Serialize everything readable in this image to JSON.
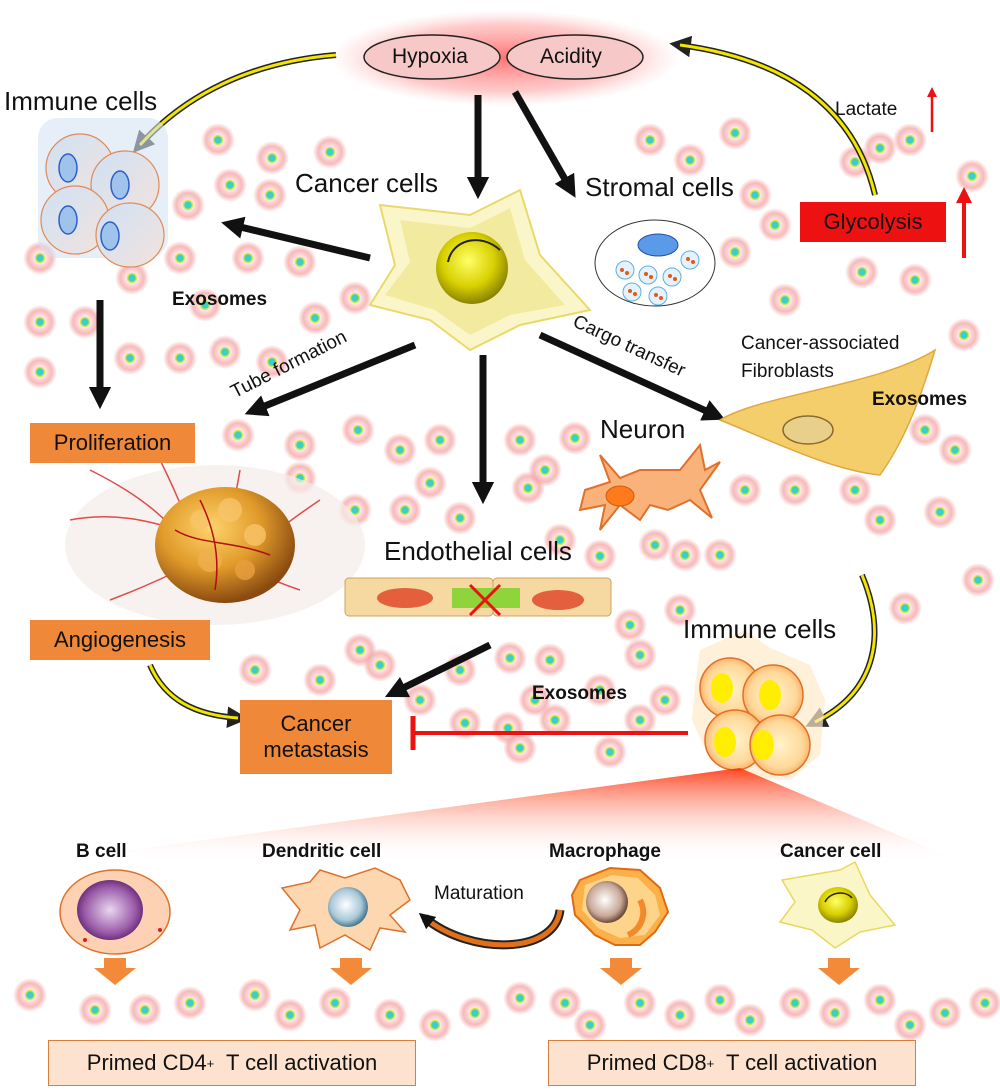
{
  "top": {
    "hypoxia": "Hypoxia",
    "acidity": "Acidity"
  },
  "labels": {
    "immune_cells_top": "Immune cells",
    "cancer_cells": "Cancer cells",
    "stromal_cells": "Stromal cells",
    "lactate": "Lactate",
    "glycolysis": "Glycolysis",
    "exosomes_left": "Exosomes",
    "tube_formation": "Tube formation",
    "cargo_transfer": "Cargo transfer",
    "caf_line1": "Cancer-associated",
    "caf_line2": "Fibroblasts",
    "exosomes_right": "Exosomes",
    "neuron": "Neuron",
    "proliferation": "Proliferation",
    "endothelial_cells": "Endothelial cells",
    "angiogenesis": "Angiogenesis",
    "immune_cells_right": "Immune cells",
    "exosomes_bottom": "Exosomes",
    "metastasis_line1": "Cancer",
    "metastasis_line2": "metastasis"
  },
  "bottom": {
    "b_cell": "B cell",
    "dendritic_cell": "Dendritic cell",
    "macrophage": "Macrophage",
    "cancer_cell": "Cancer cell",
    "maturation": "Maturation",
    "cd4_prefix": "Primed CD4",
    "cd4_sup": "+",
    "cd4_suffix": "  T cell activation",
    "cd8_prefix": "Primed CD8",
    "cd8_sup": "+",
    "cd8_suffix": "  T cell activation"
  },
  "colors": {
    "arrow_dark": "#111111",
    "arrow_yellow": "#f2e600",
    "inhibit_red": "#ee1111",
    "box_orange": "#f0883a",
    "box_peach": "#fde3cf",
    "exosome_glow": "#f4a6a6",
    "exosome_core": "#3ad0c8"
  },
  "icons": [
    "exosome-icon",
    "cancer-cell-icon",
    "stromal-cell-icon",
    "fibroblast-icon",
    "neuron-icon",
    "tumor-icon",
    "endothelial-cell-icon",
    "immune-cell-icon",
    "b-cell-icon",
    "dendritic-cell-icon",
    "macrophage-icon"
  ]
}
